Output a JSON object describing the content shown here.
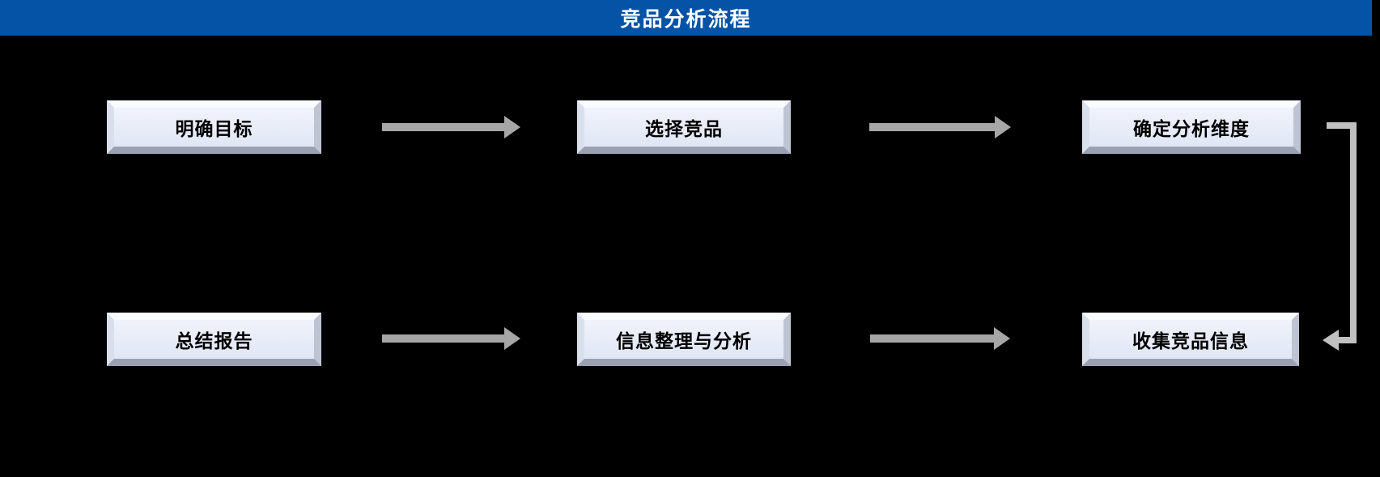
{
  "title": "竞品分析流程",
  "colors": {
    "canvas_bg": "#000000",
    "header_bg": "#0553A6",
    "header_text": "#FFFFFF",
    "box_fill_top": "#F0F3FB",
    "box_fill_bottom": "#E0E6F5",
    "bevel_top": "#FAFBFE",
    "bevel_left": "#DADFEC",
    "bevel_right": "#BFC4D3",
    "bevel_bottom": "#9CA1B1",
    "box_text": "#000000",
    "arrow": "#A6A6A6",
    "connector": "#C0C0C0"
  },
  "flowchart": {
    "rows": [
      {
        "boxes": [
          {
            "label": "明确目标"
          },
          {
            "label": "选择竞品"
          },
          {
            "label": "确定分析维度"
          }
        ]
      },
      {
        "boxes": [
          {
            "label": "总结报告"
          },
          {
            "label": "信息整理与分析"
          },
          {
            "label": "收集竞品信息"
          }
        ]
      }
    ],
    "connections": [
      {
        "from": "明确目标",
        "to": "选择竞品",
        "style": "straight-right-arrow"
      },
      {
        "from": "选择竞品",
        "to": "确定分析维度",
        "style": "straight-right-arrow"
      },
      {
        "from": "确定分析维度",
        "to": "收集竞品信息",
        "style": "elbow-right-down-left-arrow"
      },
      {
        "from": "总结报告",
        "to": "信息整理与分析",
        "style": "straight-right-arrow"
      },
      {
        "from": "信息整理与分析",
        "to": "收集竞品信息",
        "style": "straight-right-arrow"
      }
    ]
  }
}
